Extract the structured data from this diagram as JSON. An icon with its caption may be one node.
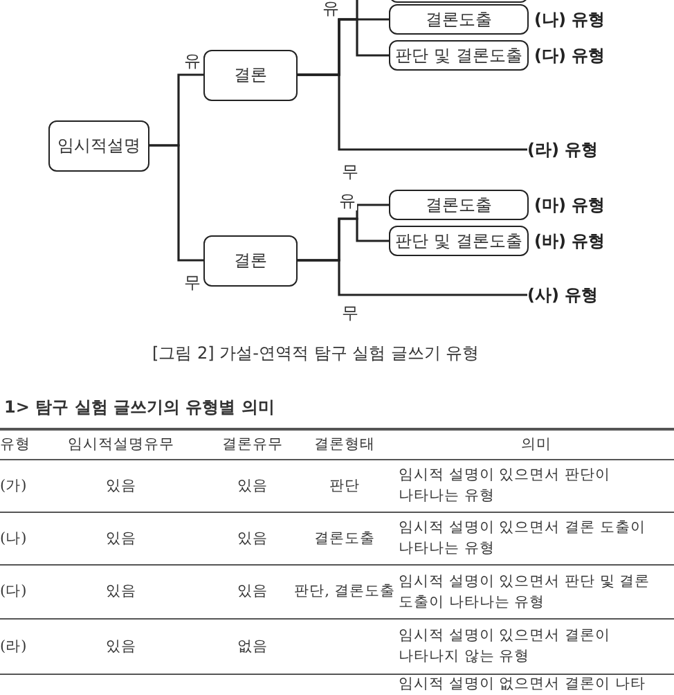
{
  "diagram": {
    "caption": "[그림 2] 가설-연역적 탐구 실험 글쓰기 유형",
    "nodes": [
      {
        "text": [
          "임시적설명"
        ]
      },
      {
        "text": [
          "결론"
        ]
      },
      {
        "text": [],
        "shape": "box"
      },
      {
        "text": [
          "결론도출"
        ],
        "beside": [
          "(나) 유형"
        ]
      },
      {
        "text": [
          "판단 및 결론도출"
        ],
        "beside": [
          "(다) 유형"
        ]
      },
      {
        "text": [
          "(라) 유형"
        ]
      },
      {
        "text": [
          "결론"
        ]
      },
      {
        "text": [
          "결론도출"
        ],
        "beside": [
          "(마) 유형"
        ]
      },
      {
        "text": [
          "판단 및 결론도출"
        ],
        "beside": [
          "(바) 유형"
        ]
      },
      {
        "text": [
          "(사) 유형"
        ]
      }
    ],
    "edges": [
      {
        "from": 0,
        "to": 1,
        "arrow": "none",
        "label": "유"
      },
      {
        "from": 0,
        "to": 6,
        "arrow": "none",
        "label": "무"
      },
      {
        "from": 1,
        "to": 2,
        "arrow": "none",
        "label": "유"
      },
      {
        "from": 1,
        "to": 3,
        "arrow": "none"
      },
      {
        "from": 1,
        "to": 4,
        "arrow": "none"
      },
      {
        "from": 1,
        "to": 5,
        "arrow": "none",
        "label": "무"
      },
      {
        "from": 6,
        "to": 7,
        "arrow": "none",
        "label": "유"
      },
      {
        "from": 6,
        "to": 8,
        "arrow": "none"
      },
      {
        "from": 6,
        "to": 9,
        "arrow": "none",
        "label": "무"
      }
    ],
    "labels": [
      "1> 탐구 실험 글쓰기의 유형별 의미",
      "유형",
      "임시적설명유무",
      "결론유무",
      "결론형태",
      "의미",
      "(가)",
      "있음",
      "있음",
      "판단",
      "임시적 설명이 있으면서 판단이 나타나는 유형",
      "(나)",
      "있음",
      "있음",
      "결론도출",
      "임시적 설명이 있으면서 결론 도출이 나타나는 유형",
      "(다)",
      "있음",
      "있음",
      "판단, 결론도출",
      "임시적 설명이 있으면서 판단 및 결론 도출이 나타나는 유형",
      "(라)",
      "있음",
      "없음",
      "임시적 설명이 있으면서 결론이 나타나지 않는 유형",
      "임시적 설명이 없으면서 결론이 나타"
    ]
  }
}
